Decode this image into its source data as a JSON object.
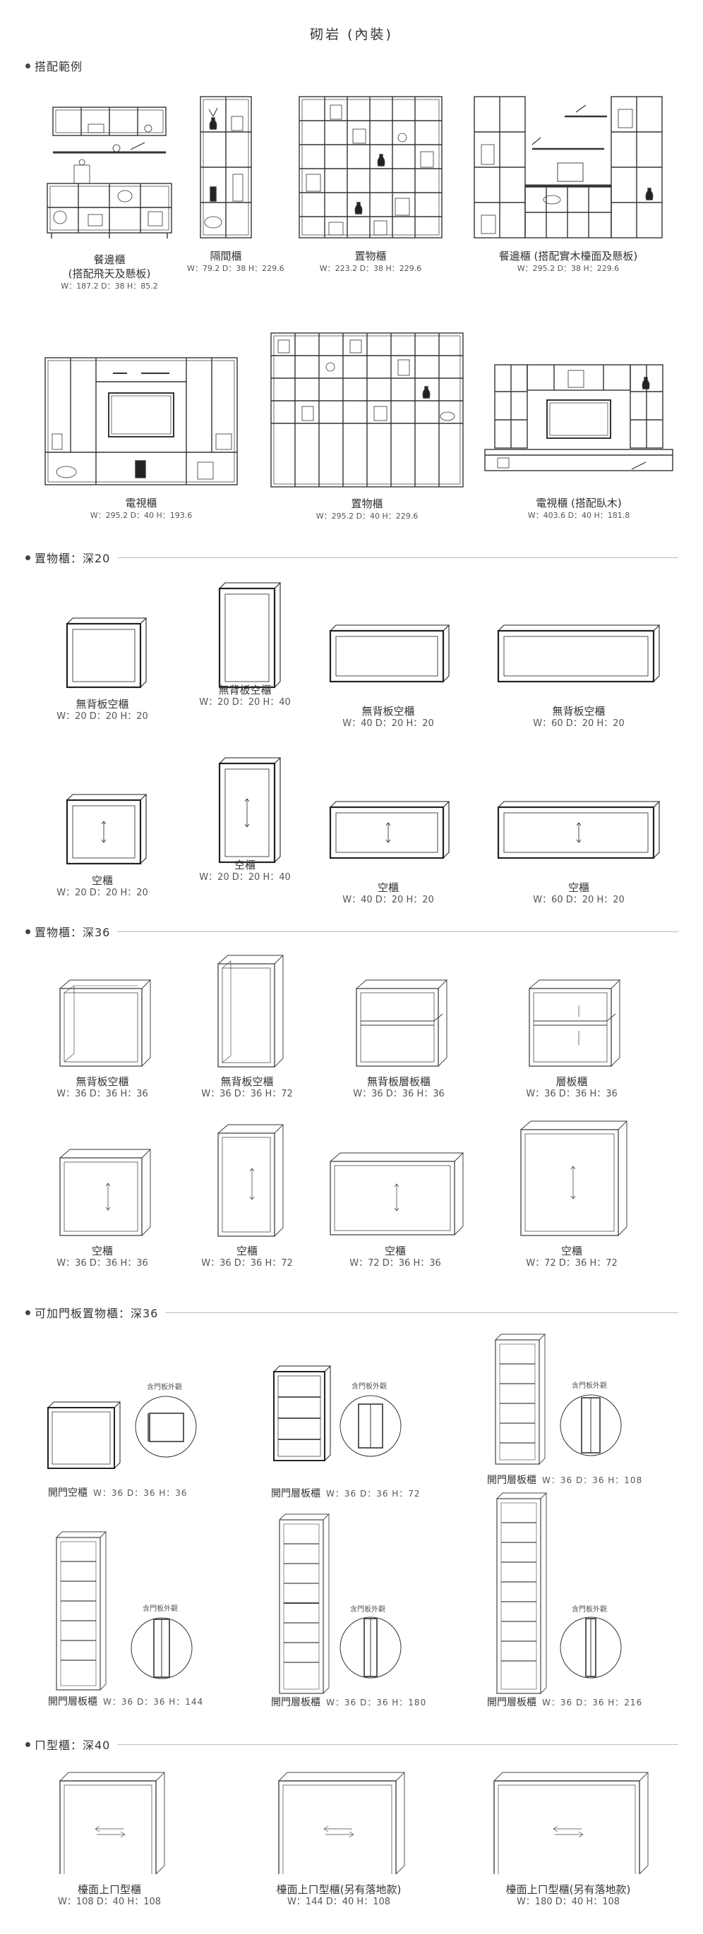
{
  "page": {
    "title": "砌岩 (內裝)"
  },
  "sections": {
    "combos": "搭配範例",
    "depth20": "置物櫃：深20",
    "depth36": "置物櫃：深36",
    "door36": "可加門板置物櫃：深36",
    "u40": "ㄇ型櫃：深40"
  },
  "combos": [
    {
      "name": "餐邊櫃",
      "name2": "(搭配飛天及懸板)",
      "dims": "W：187.2  D：38  H：85.2"
    },
    {
      "name": "隔間櫃",
      "name2": "",
      "dims": "W：79.2  D：38  H：229.6"
    },
    {
      "name": "置物櫃",
      "name2": "",
      "dims": "W：223.2  D：38  H：229.6"
    },
    {
      "name": "餐邊櫃 (搭配實木檯面及懸板)",
      "name2": "",
      "dims": "W：295.2  D：38  H：229.6"
    },
    {
      "name": "電視櫃",
      "name2": "",
      "dims": "W：295.2  D：40  H：193.6"
    },
    {
      "name": "置物櫃",
      "name2": "",
      "dims": "W：295.2  D：40  H：229.6"
    },
    {
      "name": "電視櫃 (搭配臥木)",
      "name2": "",
      "dims": "W：403.6  D：40  H：181.8"
    }
  ],
  "depth20": [
    {
      "name": "無背板空櫃",
      "dims": "W：20  D：20  H：20"
    },
    {
      "name": "無背板空櫃",
      "dims": "W：20  D：20  H：40"
    },
    {
      "name": "無背板空櫃",
      "dims": "W：40  D：20  H：20"
    },
    {
      "name": "無背板空櫃",
      "dims": "W：60  D：20  H：20"
    },
    {
      "name": "空櫃",
      "dims": "W：20  D：20  H：20"
    },
    {
      "name": "空櫃",
      "dims": "W：20  D：20  H：40"
    },
    {
      "name": "空櫃",
      "dims": "W：40  D：20  H：20"
    },
    {
      "name": "空櫃",
      "dims": "W：60  D：20  H：20"
    }
  ],
  "depth36": [
    {
      "name": "無背板空櫃",
      "dims": "W：36  D：36  H：36"
    },
    {
      "name": "無背板空櫃",
      "dims": "W：36  D：36  H：72"
    },
    {
      "name": "無背板層板櫃",
      "dims": "W：36  D：36  H：36"
    },
    {
      "name": "層板櫃",
      "dims": "W：36  D：36  H：36"
    },
    {
      "name": "空櫃",
      "dims": "W：36  D：36  H：36"
    },
    {
      "name": "空櫃",
      "dims": "W：36  D：36  H：72"
    },
    {
      "name": "空櫃",
      "dims": "W：72  D：36  H：36"
    },
    {
      "name": "空櫃",
      "dims": "W：72  D：36  H：72"
    }
  ],
  "door36": {
    "note": "含門板外觀",
    "items": [
      {
        "name": "開門空櫃",
        "dims": "W：36  D：36  H：36"
      },
      {
        "name": "開門層板櫃",
        "dims": "W：36  D：36  H：72"
      },
      {
        "name": "開門層板櫃",
        "dims": "W：36  D：36  H：108"
      },
      {
        "name": "開門層板櫃",
        "dims": "W：36  D：36  H：144"
      },
      {
        "name": "開門層板櫃",
        "dims": "W：36  D：36  H：180"
      },
      {
        "name": "開門層板櫃",
        "dims": "W：36  D：36  H：216"
      }
    ]
  },
  "u40": [
    {
      "name": "檯面上ㄇ型櫃",
      "dims": "W：108  D：40  H：108"
    },
    {
      "name": "檯面上ㄇ型櫃(另有落地款)",
      "dims": "W：144  D：40  H：108"
    },
    {
      "name": "檯面上ㄇ型櫃(另有落地款)",
      "dims": "W：180  D：40  H：108"
    }
  ]
}
